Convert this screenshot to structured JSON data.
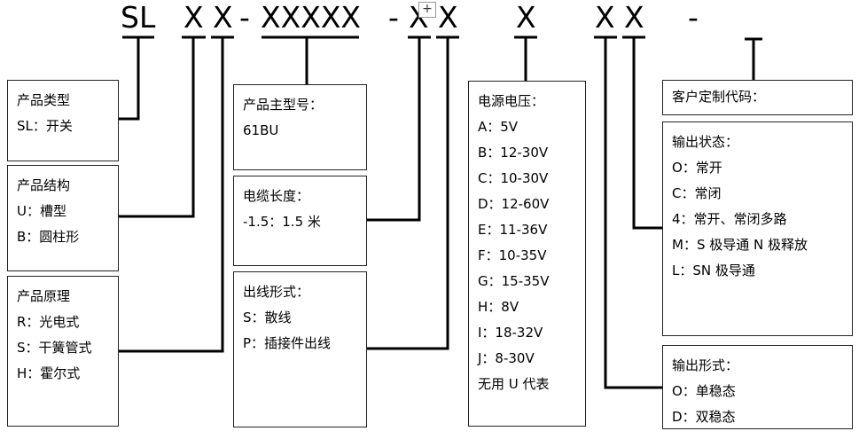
{
  "code": {
    "sl": "SL",
    "x1": "X",
    "x2": "X",
    "dash1": "-",
    "xxxxx": "XXXXX",
    "dash2": "-",
    "x3": "X",
    "x4": "X",
    "x5": "X",
    "x6": "X",
    "x7": "X",
    "dash3": "-",
    "plus": "+"
  },
  "boxes": {
    "product_type": {
      "title": "产品类型",
      "lines": [
        "SL：开关"
      ]
    },
    "product_structure": {
      "title": "产品结构",
      "lines": [
        "U：槽型",
        "B：圆柱形"
      ]
    },
    "product_principle": {
      "title": "产品原理",
      "lines": [
        "R：光电式",
        "S：干簧管式",
        "H：霍尔式"
      ]
    },
    "main_model": {
      "title": "产品主型号：",
      "lines": [
        "61BU"
      ]
    },
    "cable_length": {
      "title": "电缆长度：",
      "lines": [
        "-1.5：1.5 米"
      ]
    },
    "outlet_form": {
      "title": "出线形式：",
      "lines": [
        "S：散线",
        "P：插接件出线"
      ]
    },
    "supply_voltage": {
      "title": "电源电压：",
      "lines": [
        "A：5V",
        "B：12-30V",
        "C：10-30V",
        "D：12-60V",
        "E：11-36V",
        "F：10-35V",
        "G：15-35V",
        "H：8V",
        "I：18-32V",
        "J：8-30V",
        "无用 U 代表"
      ]
    },
    "customer_code": {
      "title": "客户定制代码：",
      "lines": []
    },
    "output_state": {
      "title": "输出状态：",
      "lines": [
        "O：常开",
        "C：常闭",
        "4：常开、常闭多路",
        "M：S 极导通 N 极释放",
        "L：SN 极导通"
      ]
    },
    "output_form": {
      "title": "输出形式：",
      "lines": [
        "O：单稳态",
        "D：双稳态"
      ]
    }
  }
}
